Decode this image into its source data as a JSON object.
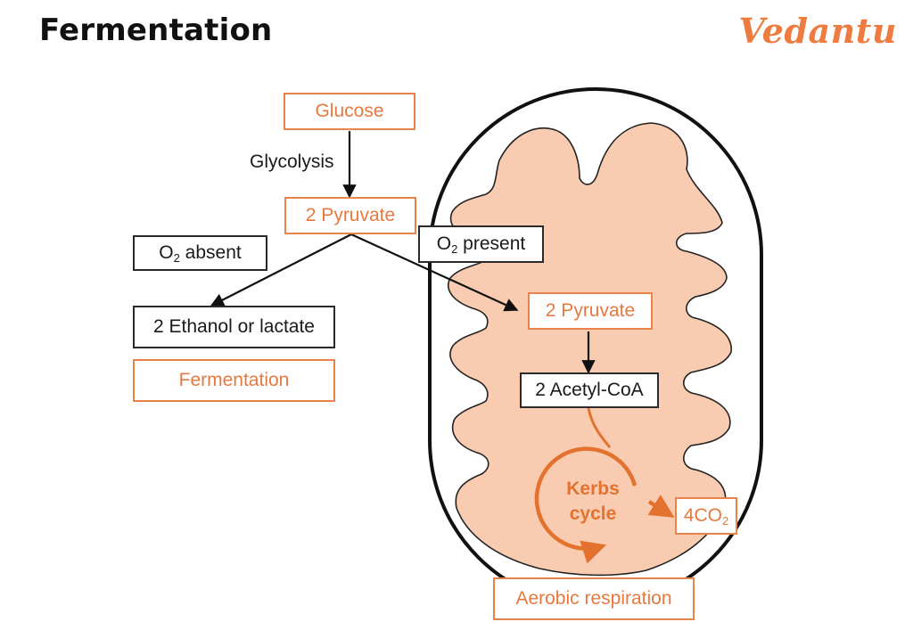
{
  "header": {
    "title": "Fermentation",
    "logo_text": "Vedantu"
  },
  "colors": {
    "accent": "#e9834b",
    "organelle_fill": "#f9ccb2",
    "outline": "#111111"
  },
  "nodes": {
    "glucose": "Glucose",
    "glycolysis": "Glycolysis",
    "pyruvate_top": "2 Pyruvate",
    "o2_absent": {
      "prefix": "O",
      "sub": "2",
      "suffix": " absent"
    },
    "o2_present": {
      "prefix": "O",
      "sub": "2",
      "suffix": " present"
    },
    "ethanol_lactate": "2 Ethanol or lactate",
    "fermentation": "Fermentation",
    "pyruvate_mito": "2 Pyruvate",
    "acetyl_coa": "2 Acetyl-CoA",
    "kerbs_line1": "Kerbs",
    "kerbs_line2": "cycle",
    "co2": {
      "prefix": "4CO",
      "sub": "2"
    },
    "aerobic": "Aerobic respiration"
  }
}
